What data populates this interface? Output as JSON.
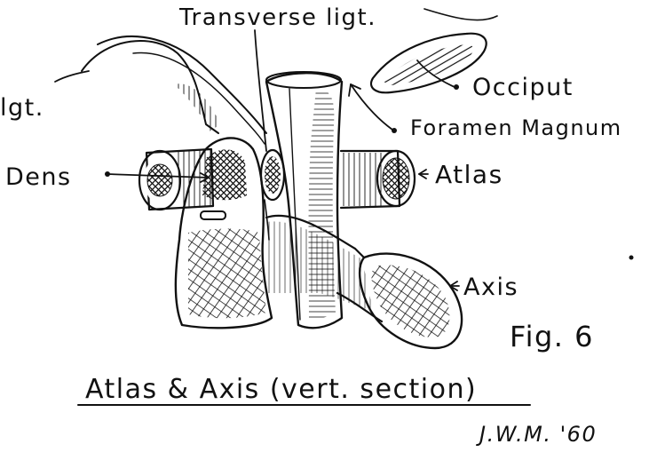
{
  "labels": {
    "transverse_ligament": "Transverse ligt.",
    "left_ligament_fragment": "lgt.",
    "occiput": "Occiput",
    "foramen_magnum": "Foramen Magnum",
    "dens": "Dens",
    "atlas": "Atlas",
    "axis": "Axis",
    "figure_number": "Fig. 6",
    "caption": "Atlas & Axis (vert. section)",
    "signature": "J.W.M. '60"
  },
  "colors": {
    "ink": "#111111",
    "paper": "#ffffff"
  }
}
